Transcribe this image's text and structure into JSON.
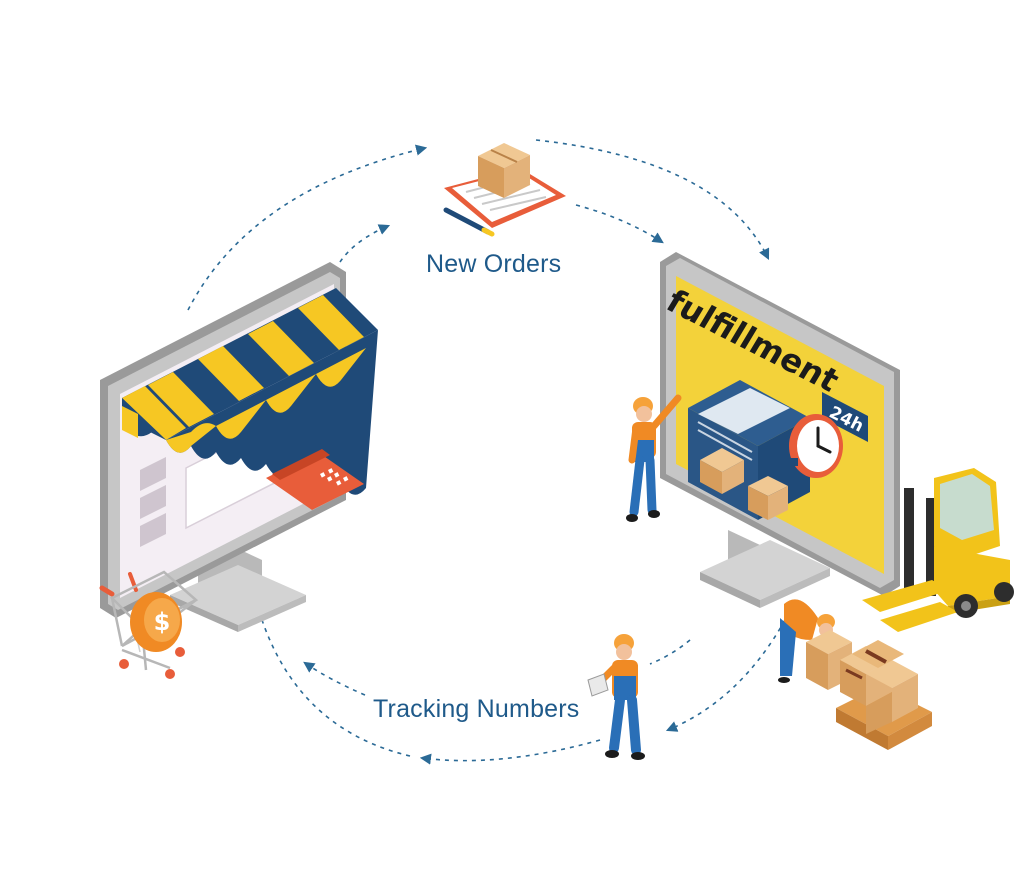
{
  "labels": {
    "new_orders": "New Orders",
    "tracking_numbers": "Tracking Numbers"
  },
  "fulfillment_screen": {
    "heading": "fulfillment",
    "badge": "24h"
  },
  "icons": {
    "currency": "$",
    "storefront": "storefront-monitor-icon",
    "order": "order-clipboard-icon",
    "warehouse": "fulfillment-monitor-icon",
    "clock": "clock-icon",
    "forklift": "forklift-icon",
    "cart": "shopping-cart-icon",
    "card": "credit-card-icon",
    "workers": "warehouse-worker-icon",
    "boxes": "cardboard-box-icon"
  },
  "colors": {
    "navy": "#1f4a78",
    "yellow": "#f6c723",
    "screen_yellow": "#f3d23a",
    "orange": "#f08a24",
    "blue_worker": "#2a6fb7",
    "card_red": "#e85d3a",
    "cardboard": "#e3b27a",
    "arrow": "#2b6a96",
    "label": "#1f5a8a"
  }
}
